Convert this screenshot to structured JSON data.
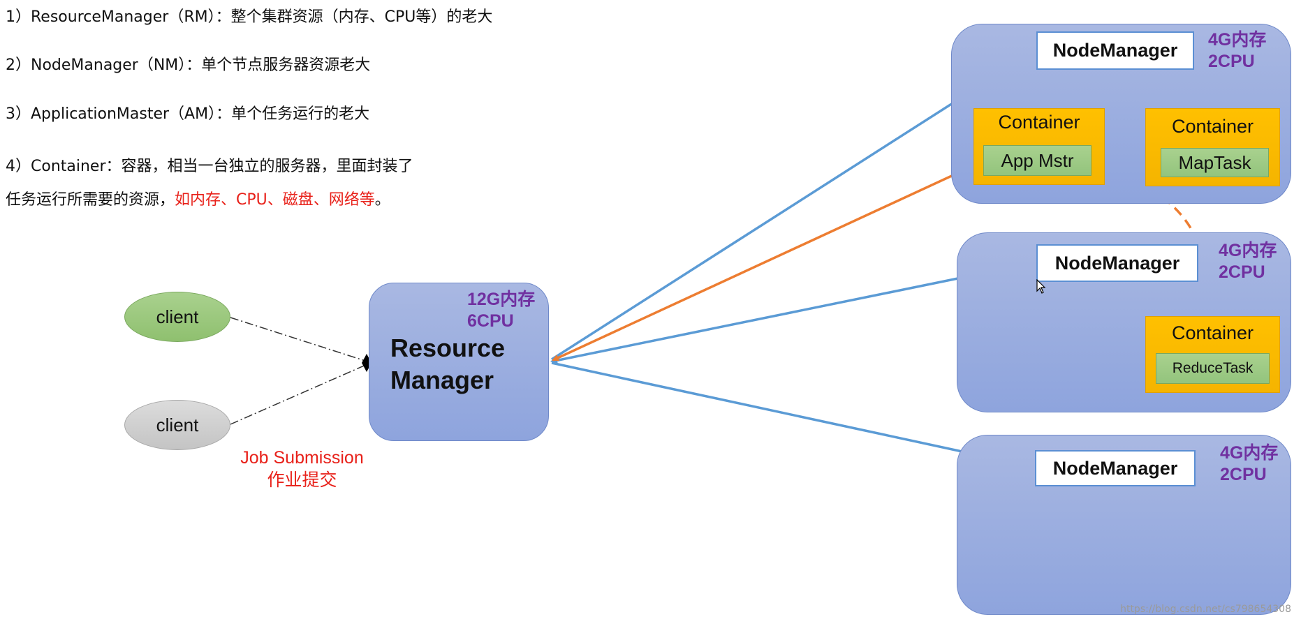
{
  "notes": {
    "line1": "1）ResourceManager（RM）：整个集群资源（内存、CPU等）的老大",
    "line2": "2）NodeManager（NM）：单个节点服务器资源老大",
    "line3": "3）ApplicationMaster（AM）：单个任务运行的老大",
    "line4": "4）Container：容器，相当一台独立的服务器，里面封装了",
    "line5_plain": "任务运行所需要的资源，",
    "line5_red": "如内存、CPU、磁盘、网络等",
    "line5_end": "。"
  },
  "resource_manager": {
    "title": "Resource Manager",
    "resources": "12G内存\n6CPU"
  },
  "clients": [
    "client",
    "client"
  ],
  "job_submission": {
    "en": "Job Submission",
    "zh": "作业提交"
  },
  "nodes": [
    {
      "label": "NodeManager",
      "resources": "4G内存\n2CPU",
      "containers": [
        {
          "title": "Container",
          "task": "App Mstr"
        },
        {
          "title": "Container",
          "task": "MapTask"
        }
      ]
    },
    {
      "label": "NodeManager",
      "resources": "4G内存\n2CPU",
      "containers": [
        {
          "title": "Container",
          "task": "ReduceTask"
        }
      ]
    },
    {
      "label": "NodeManager",
      "resources": "4G内存\n2CPU",
      "containers": []
    }
  ],
  "watermark": "https://blog.csdn.net/cs798654308",
  "colors": {
    "blue_arrow": "#5b9bd5",
    "orange_arrow": "#ed7d31",
    "purple_text": "#7030a0",
    "red_text": "#e8211a"
  }
}
